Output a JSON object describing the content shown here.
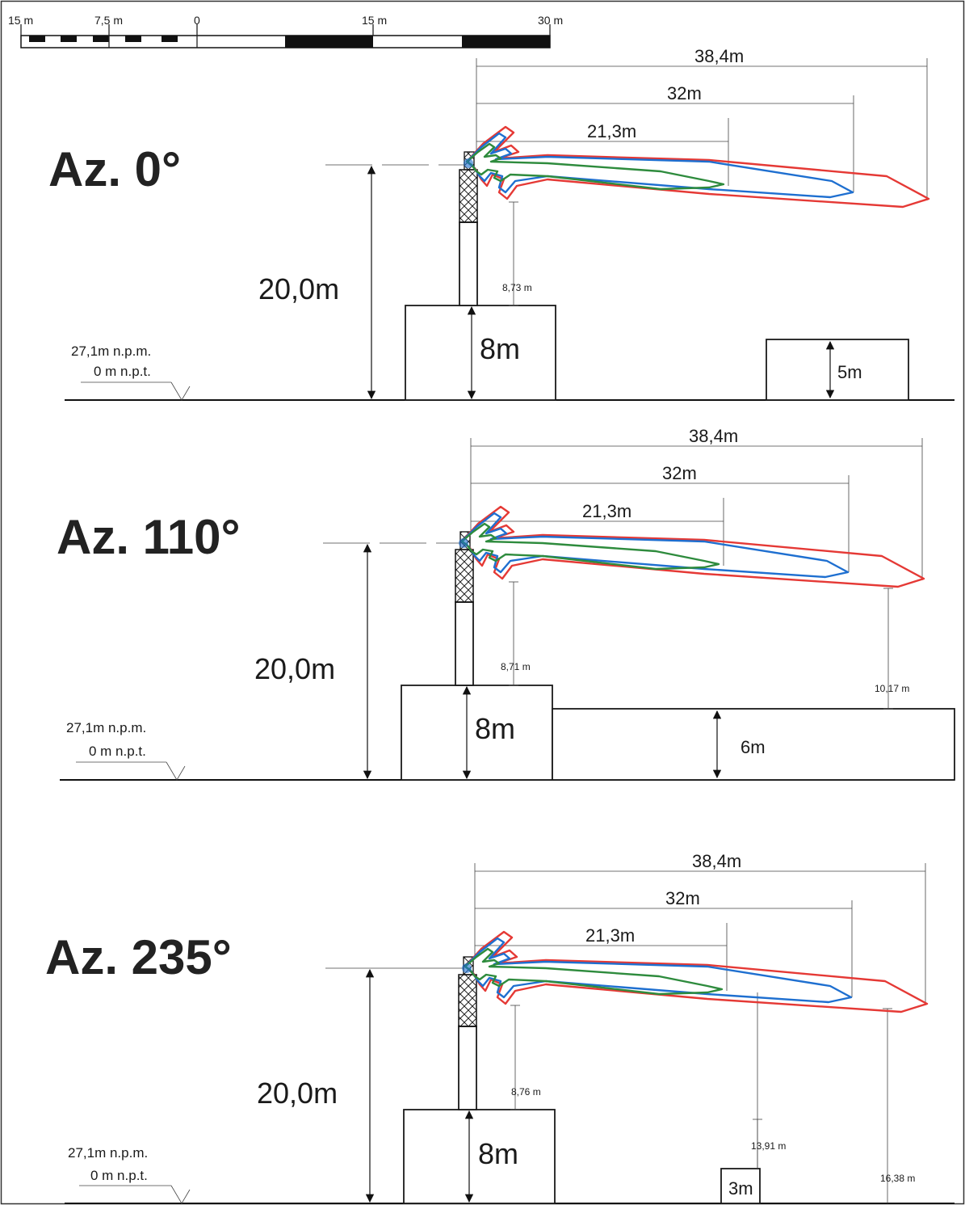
{
  "scale_bar": {
    "labels": [
      "15 m",
      "7,5 m",
      "0",
      "15 m",
      "30 m"
    ]
  },
  "colors": {
    "contour_outer": "#e53935",
    "contour_middle": "#1e6fd0",
    "contour_inner": "#2e8b3d"
  },
  "sections": [
    {
      "title": "Az. 0°",
      "total_height": "20,0m",
      "building_height": "8m",
      "ref_elevation": "27,1m n.p.m.",
      "ref_ground": "0 m n.p.t.",
      "dist_outer": "38,4m",
      "dist_middle": "32m",
      "dist_inner": "21,3m",
      "clearance": "8,73 m",
      "neighbor_height": "5m"
    },
    {
      "title": "Az. 110°",
      "total_height": "20,0m",
      "building_height": "8m",
      "ref_elevation": "27,1m n.p.m.",
      "ref_ground": "0 m n.p.t.",
      "dist_outer": "38,4m",
      "dist_middle": "32m",
      "dist_inner": "21,3m",
      "clearance": "8,71 m",
      "clearance_2": "10,17 m",
      "neighbor_height": "6m"
    },
    {
      "title": "Az. 235°",
      "total_height": "20,0m",
      "building_height": "8m",
      "ref_elevation": "27,1m n.p.m.",
      "ref_ground": "0 m n.p.t.",
      "dist_outer": "38,4m",
      "dist_middle": "32m",
      "dist_inner": "21,3m",
      "clearance": "8,76 m",
      "clearance_2": "13,91 m",
      "clearance_3": "16,38 m",
      "neighbor_height": "3m"
    }
  ]
}
